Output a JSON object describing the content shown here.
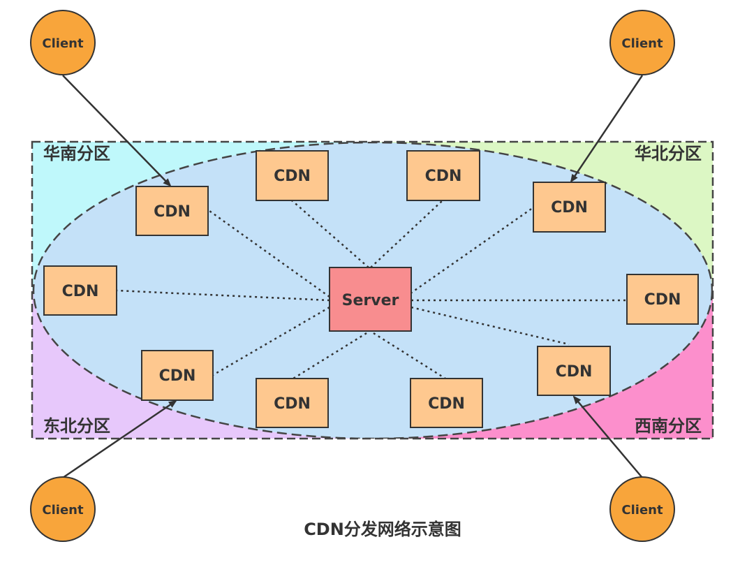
{
  "diagram": {
    "caption": "CDN分发网络示意图",
    "colors": {
      "region_nw": "#bff8fb",
      "region_ne": "#dcf7c4",
      "region_sw": "#e7c8fb",
      "region_se": "#fc8fcc",
      "ellipse_fill": "#c4e1f8",
      "cdn_fill": "#fec88f",
      "server_fill": "#f88d8f",
      "client_fill": "#f8a53b"
    },
    "regions": [
      {
        "id": "south-china",
        "label": "华南分区"
      },
      {
        "id": "north-china",
        "label": "华北分区"
      },
      {
        "id": "northeast",
        "label": "东北分区"
      },
      {
        "id": "southwest",
        "label": "西南分区"
      }
    ],
    "server": {
      "label": "Server"
    },
    "cdn_label": "CDN",
    "client_label": "Client",
    "cdn_nodes": [
      "CDN",
      "CDN",
      "CDN",
      "CDN",
      "CDN",
      "CDN",
      "CDN",
      "CDN",
      "CDN",
      "CDN"
    ],
    "clients": [
      "Client",
      "Client",
      "Client",
      "Client"
    ]
  }
}
